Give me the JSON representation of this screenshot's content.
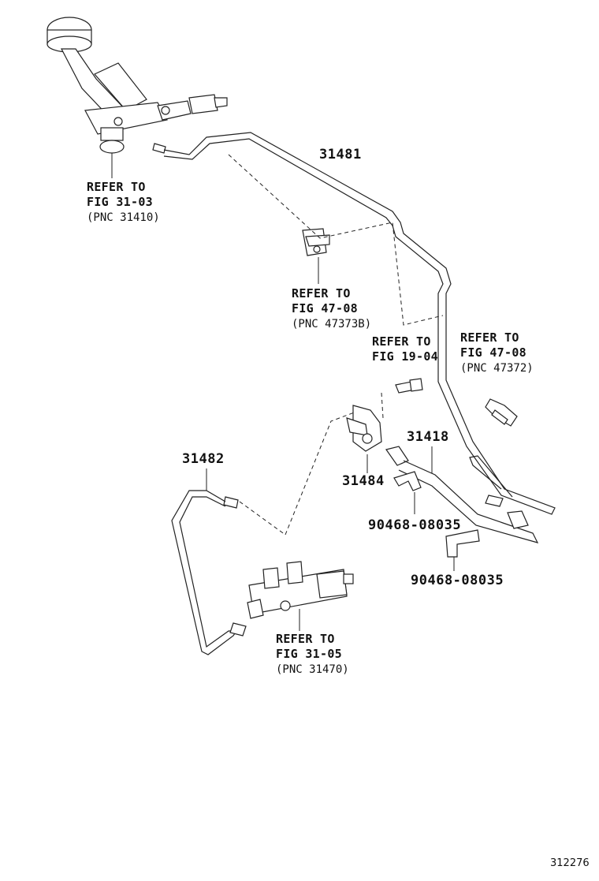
{
  "diagram_id": "312276",
  "parts": {
    "p31481": "31481",
    "p31482": "31482",
    "p31418": "31418",
    "p31484": "31484",
    "p90468_a": "90468-08035",
    "p90468_b": "90468-08035"
  },
  "refs": {
    "master_cylinder": {
      "line1": "REFER TO",
      "line2": "FIG 31-03",
      "line3": "(PNC 31410)"
    },
    "clamp_47373b": {
      "line1": "REFER TO",
      "line2": "FIG 47-08",
      "line3": "(PNC 47373B)"
    },
    "bolt_19_04": {
      "line1": "REFER TO",
      "line2": "FIG 19-04"
    },
    "clip_47372": {
      "line1": "REFER TO",
      "line2": "FIG 47-08",
      "line3": "(PNC 47372)"
    },
    "release_cylinder": {
      "line1": "REFER TO",
      "line2": "FIG 31-05",
      "line3": "(PNC 31470)"
    }
  }
}
